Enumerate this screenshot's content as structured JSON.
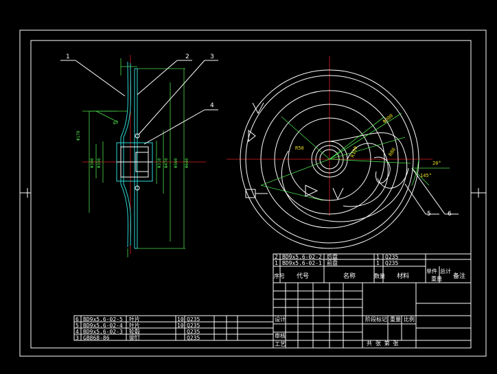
{
  "balloons": [
    "1",
    "2",
    "3",
    "4",
    "5",
    "6"
  ],
  "parts_upper": [
    {
      "seq": "2",
      "code": "BD9x5.6-02-2",
      "name": "后盘",
      "qty": "1",
      "material": "Q235"
    },
    {
      "seq": "1",
      "code": "BD9x5.6-02-1",
      "name": "前盘",
      "qty": "1",
      "material": "Q235"
    }
  ],
  "header": {
    "seq": "序号",
    "code": "代号",
    "name": "名称",
    "qty": "数量",
    "material": "材料",
    "weight_single": "单件",
    "weight_total": "总计",
    "weight": "重量",
    "remark": "备注"
  },
  "parts_lower": [
    {
      "seq": "6",
      "code": "BD9x5.6-02-5",
      "name": "叶片",
      "qty": "10",
      "material": "Q235"
    },
    {
      "seq": "5",
      "code": "BD9x5.6-02-4",
      "name": "叶片",
      "qty": "10",
      "material": "Q235"
    },
    {
      "seq": "4",
      "code": "BD9x5.6-02-3",
      "name": "轮毂",
      "qty": "",
      "material": "Q235"
    },
    {
      "seq": "3",
      "code": "GB868-86",
      "name": "铆钉",
      "qty": "",
      "material": "Q235"
    }
  ],
  "tb_rows": [
    "设计",
    "审核",
    "工艺"
  ],
  "tb_right": {
    "stage": "阶段标记",
    "weight": "重量",
    "scale": "比例",
    "sheet": "共  张  第  张"
  },
  "left_dims": [
    "Φ170",
    "Φ300",
    "Φ356",
    "Φ310",
    "Φ470",
    "Φ560",
    "Φ640",
    "R2"
  ],
  "right_dims": [
    "Φ300",
    "R80",
    "R150",
    "R50",
    "20°",
    "145°"
  ]
}
